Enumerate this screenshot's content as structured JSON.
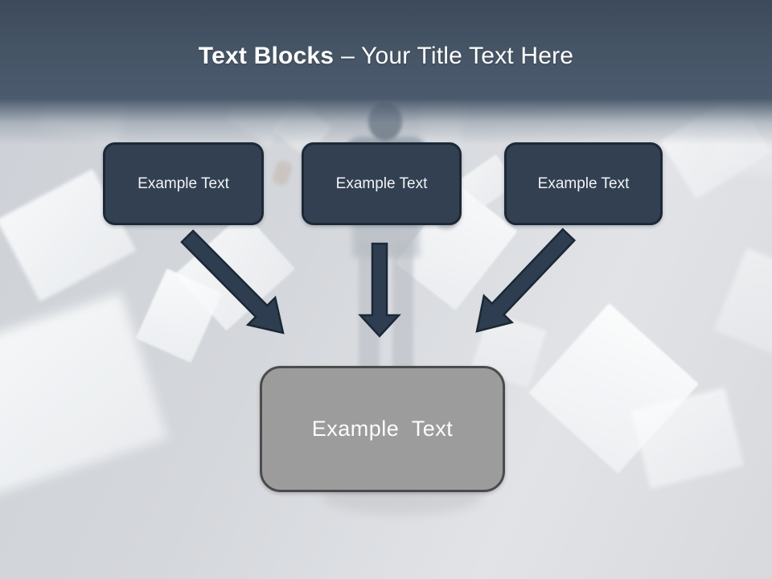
{
  "slide": {
    "title": {
      "emphasis": "Text Blocks",
      "rest": "– Your Title Text Here"
    },
    "blocks": [
      {
        "label": "Example Text"
      },
      {
        "label": "Example Text"
      },
      {
        "label": "Example Text"
      }
    ],
    "result_block": {
      "label": "Example Text"
    },
    "connectors": [
      "arrow-down-right",
      "arrow-down",
      "arrow-down-left"
    ],
    "colors": {
      "header_band": "#4b5a6d",
      "block_fill": "#334051",
      "block_border": "#1c2936",
      "arrow_fill": "#2e3d50",
      "arrow_outline": "#1b2836",
      "result_fill": "#9c9c9c",
      "result_border": "#4b4b4b",
      "title_text": "#ffffff",
      "block_text": "#f1f4f7",
      "background": "#d4d7db"
    }
  }
}
